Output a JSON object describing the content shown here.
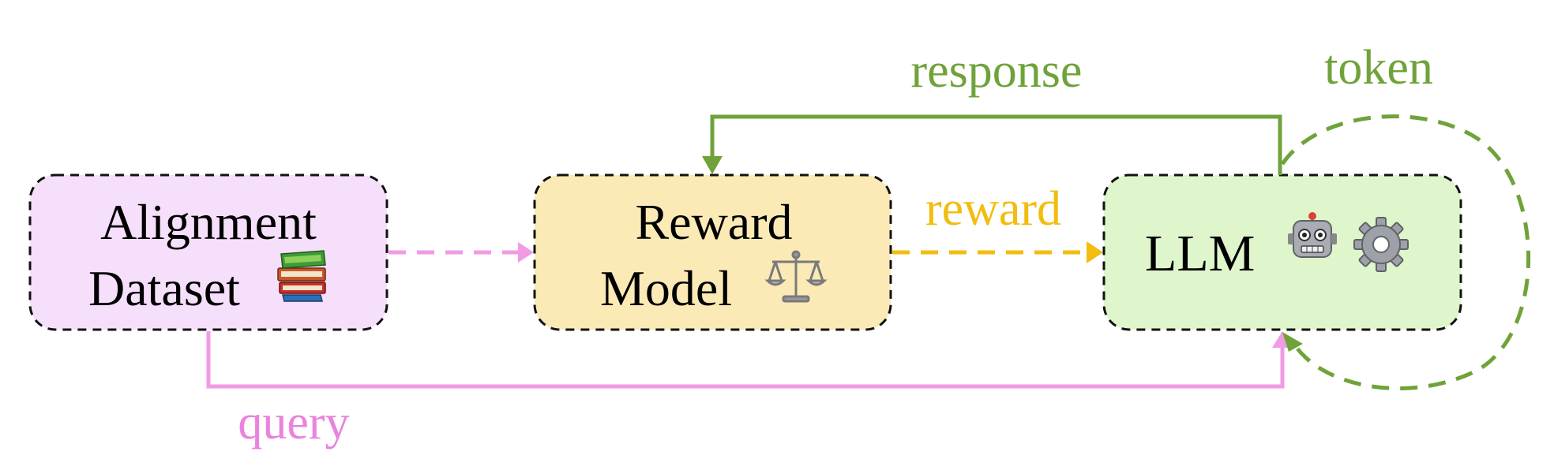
{
  "nodes": {
    "dataset": {
      "line1": "Alignment",
      "line2": "Dataset",
      "icon": "books-icon"
    },
    "reward_model": {
      "line1": "Reward",
      "line2": "Model",
      "icon": "balance-scale-icon"
    },
    "llm": {
      "label": "LLM",
      "icons": [
        "robot-icon",
        "gear-icon"
      ]
    }
  },
  "edges": {
    "response": {
      "label": "response",
      "color": "#6fa33a"
    },
    "reward": {
      "label": "reward",
      "color": "#f2bd0f"
    },
    "query": {
      "label": "query",
      "color": "#ea83dd"
    },
    "token": {
      "label": "token",
      "color": "#6fa33a"
    },
    "dataset_to_reward": {
      "label": "",
      "color": "#f19be4"
    }
  },
  "colors": {
    "dataset_fill": "#f6dffb",
    "reward_fill": "#fbeab6",
    "llm_fill": "#dff6cc",
    "border": "#111111"
  }
}
